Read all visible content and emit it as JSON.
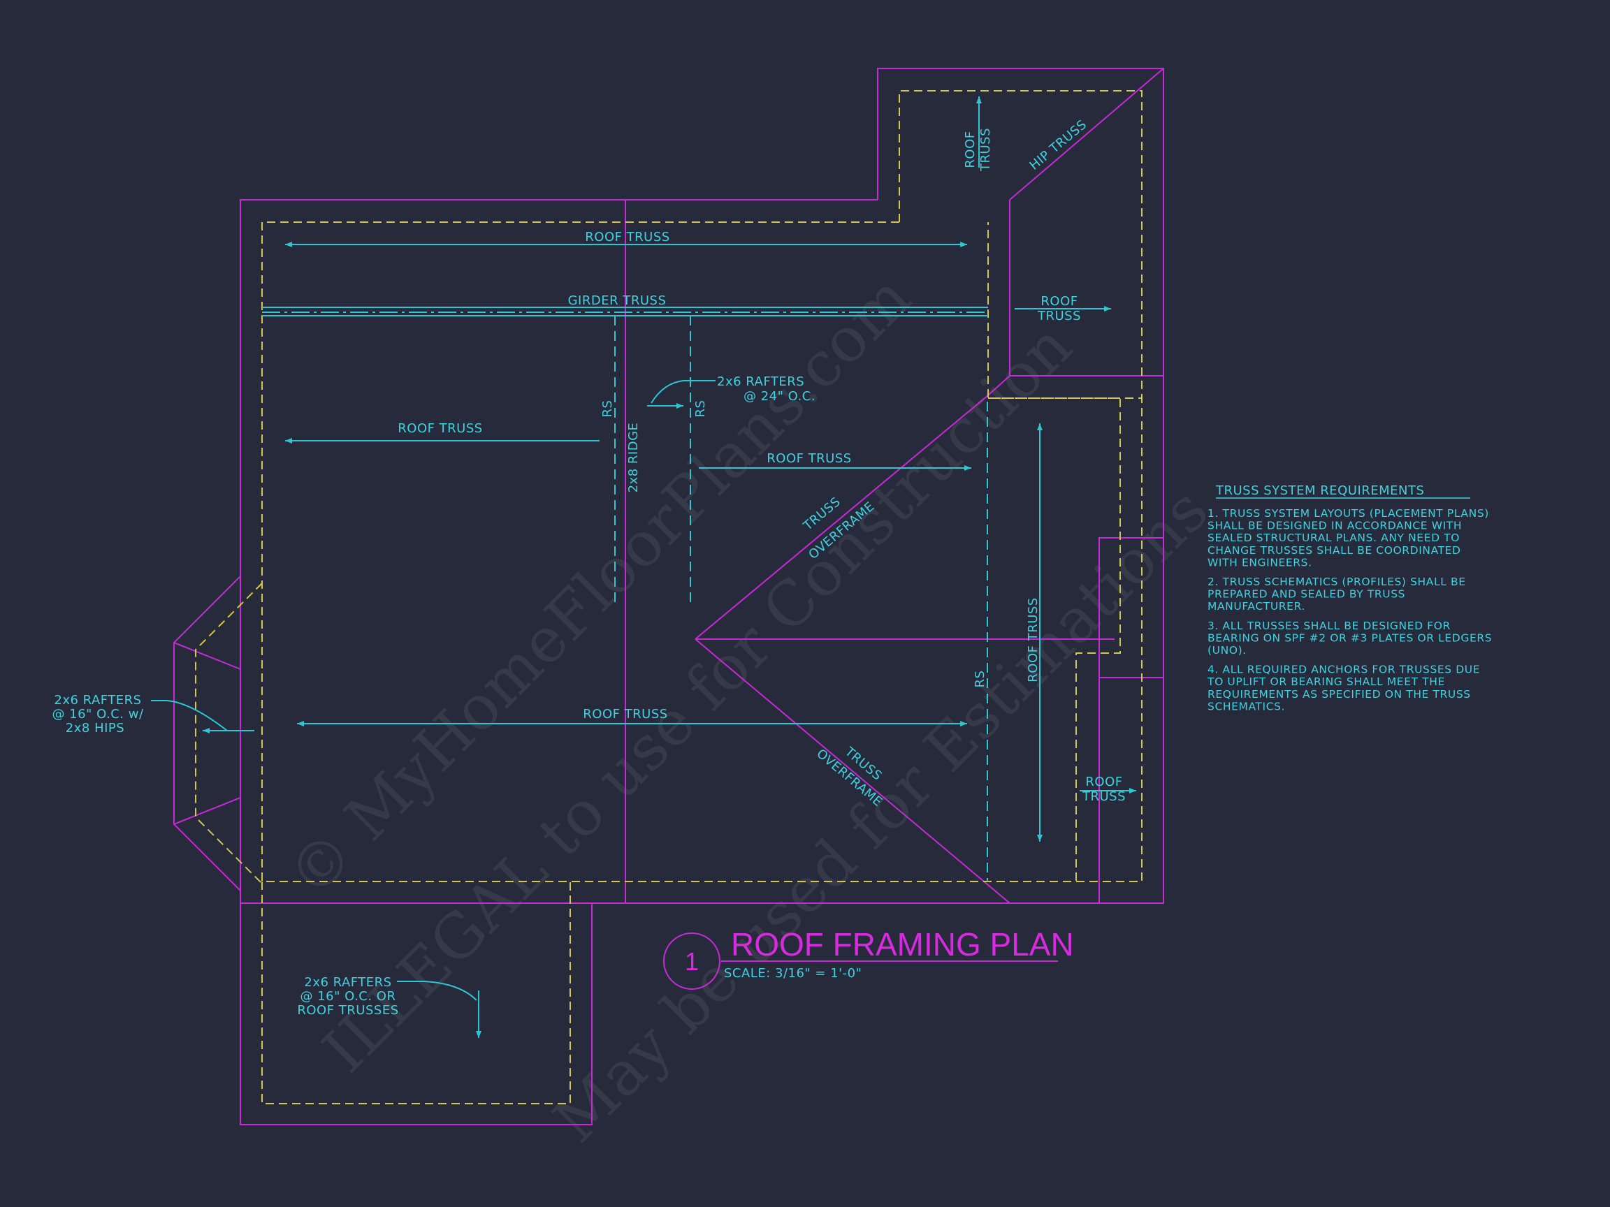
{
  "title": {
    "number": "1",
    "text": "ROOF FRAMING PLAN",
    "scale": "SCALE: 3/16\" = 1'-0\""
  },
  "labels": {
    "roof_truss_top": "ROOF TRUSS",
    "girder_truss": "GIRDER TRUSS",
    "roof_truss_mid_left": "ROOF TRUSS",
    "roof_truss_mid_right": "ROOF TRUSS",
    "roof_truss_bottom": "ROOF TRUSS",
    "rafters_24_line1": "2x6 RAFTERS",
    "rafters_24_line2": "@ 24\" O.C.",
    "rs_1": "RS",
    "rs_2": "RS",
    "rs_3": "RS",
    "ridge": "2x8 RIDGE",
    "truss_overframe_upper_1": "TRUSS",
    "truss_overframe_upper_2": "OVERFRAME",
    "truss_overframe_lower_1": "TRUSS",
    "truss_overframe_lower_2": "OVERFRAME",
    "roof_truss_vertical_right": "ROOF TRUSS",
    "roof_truss_side_1": "ROOF",
    "roof_truss_side_2": "TRUSS",
    "roof_truss_lower_right_1": "ROOF",
    "roof_truss_lower_right_2": "TRUSS",
    "roof_truss_top_wing_1": "ROOF",
    "roof_truss_top_wing_2": "TRUSS",
    "hip_truss": "HIP TRUSS",
    "bay_rafters_1": "2x6 RAFTERS",
    "bay_rafters_2": "@ 16\" O.C. w/",
    "bay_rafters_3": "2x8 HIPS",
    "porch_rafters_1": "2x6 RAFTERS",
    "porch_rafters_2": "@ 16\" O.C. OR",
    "porch_rafters_3": "ROOF TRUSSES"
  },
  "notes": {
    "heading": "TRUSS SYSTEM REQUIREMENTS",
    "items": [
      [
        "1. TRUSS SYSTEM LAYOUTS (PLACEMENT PLANS)",
        "SHALL BE DESIGNED IN ACCORDANCE WITH",
        "SEALED STRUCTURAL PLANS. ANY NEED TO",
        "CHANGE TRUSSES SHALL BE COORDINATED",
        "WITH  ENGINEERS."
      ],
      [
        "2. TRUSS SCHEMATICS (PROFILES) SHALL BE",
        "PREPARED AND SEALED BY TRUSS",
        "MANUFACTURER."
      ],
      [
        "3. ALL TRUSSES SHALL BE DESIGNED FOR",
        "BEARING ON SPF #2 OR #3 PLATES OR LEDGERS",
        "(UNO)."
      ],
      [
        "4. ALL REQUIRED ANCHORS FOR TRUSSES DUE",
        "TO UPLIFT OR BEARING SHALL MEET THE",
        "REQUIREMENTS AS SPECIFIED ON THE TRUSS",
        "SCHEMATICS."
      ]
    ]
  },
  "watermark": {
    "line1": "© MyHomeFloorPlans.com",
    "line2": "ILLEGAL to use for Construction",
    "line3": "May be used for Estimations"
  },
  "colors": {
    "background": "#272a3b",
    "roof_outline": "#c42bd6",
    "wall_line": "#d4c848",
    "annotation": "#3fd2df",
    "title": "#d82be0"
  }
}
